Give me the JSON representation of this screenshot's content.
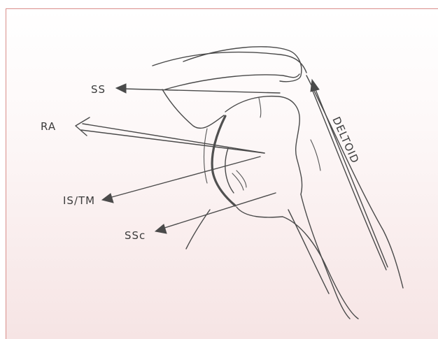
{
  "diagram": {
    "labels": {
      "ss": "SS",
      "ra": "RA",
      "is_tm": "IS/TM",
      "ssc": "SSc",
      "deltoid": "DELTOID"
    },
    "colors": {
      "frame_border": "#d98e8a",
      "background_bottom": "#f6e4e4",
      "ink": "#4a4a4a"
    }
  }
}
